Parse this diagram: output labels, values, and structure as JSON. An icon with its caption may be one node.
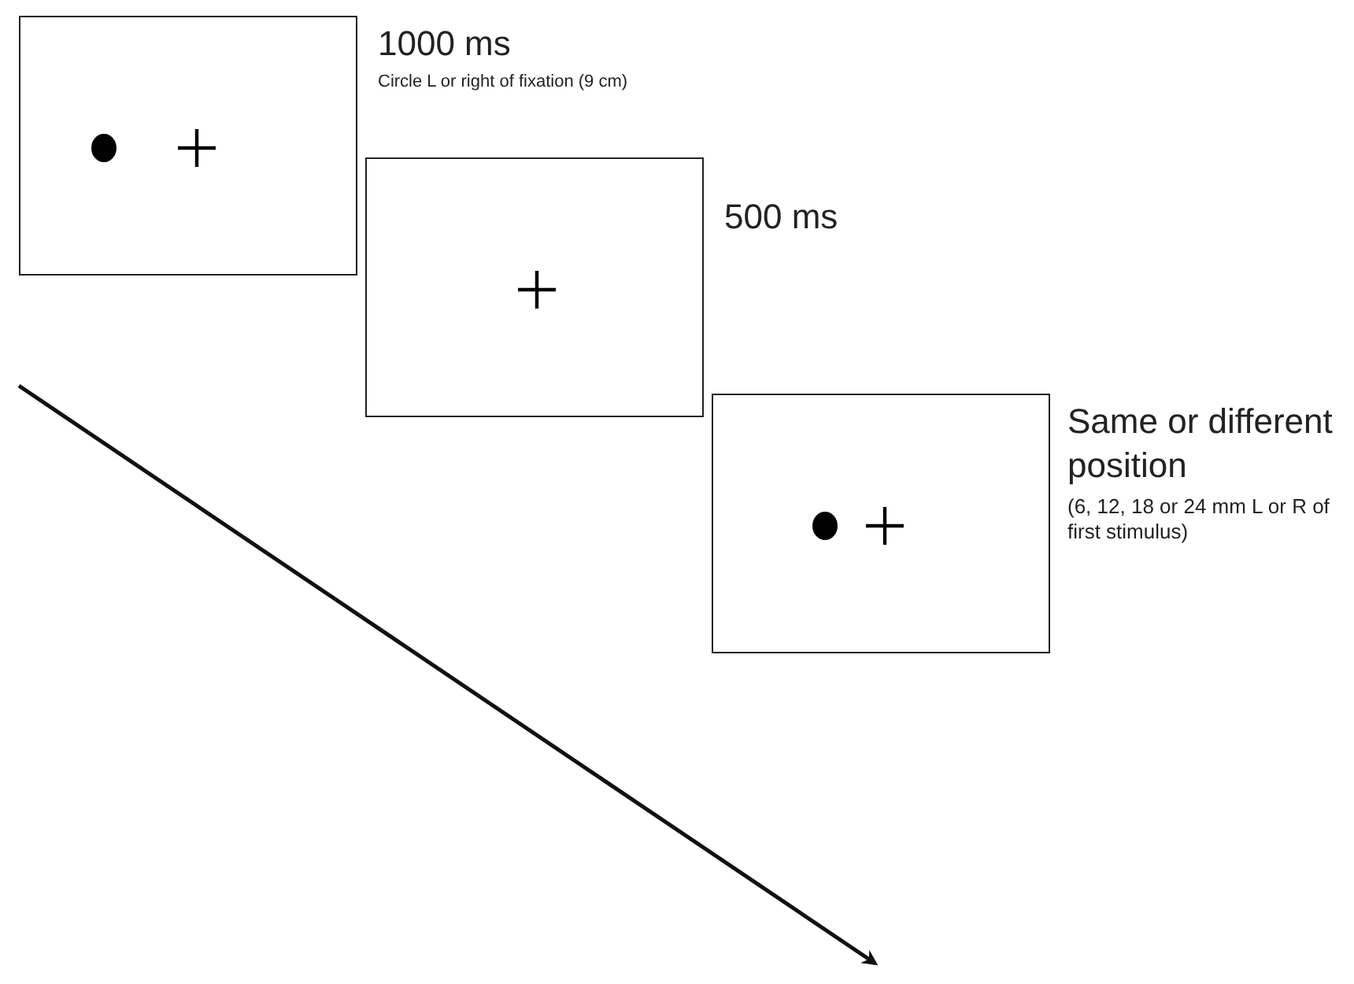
{
  "diagram": {
    "nodes": [
      {
        "text": [],
        "shape": "box",
        "beside": [
          "1000 ms",
          "Circle L or right of fixation (9 cm)"
        ]
      },
      {
        "text": [],
        "shape": "circle",
        "in": 0
      },
      {
        "text": [],
        "shape": "cross",
        "in": 0
      },
      {
        "text": [],
        "shape": "box",
        "beside": [
          "500 ms"
        ]
      },
      {
        "text": [],
        "shape": "cross",
        "in": 3
      },
      {
        "text": [],
        "shape": "box",
        "beside": [
          "Same or different position",
          "(6, 12, 18 or 24 mm L or R of first stimulus)"
        ]
      },
      {
        "text": [],
        "shape": "circle",
        "in": 5
      },
      {
        "text": [],
        "shape": "cross",
        "in": 5
      }
    ],
    "edges": []
  }
}
